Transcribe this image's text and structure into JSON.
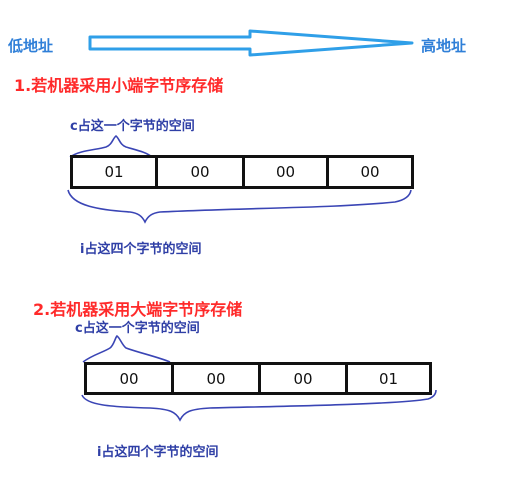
{
  "address_axis": {
    "low_label": "低地址",
    "high_label": "高地址",
    "arrow_color": "#2f9fe8"
  },
  "sections": [
    {
      "heading": "1.若机器采用小端字节序存储",
      "c_note": "c占这一个字节的空间",
      "i_note": "i占这四个字节的空间",
      "bytes": [
        "01",
        "00",
        "00",
        "00"
      ]
    },
    {
      "heading": "2.若机器采用大端字节序存储",
      "c_note": "c占这一个字节的空间",
      "i_note": "i占这四个字节的空间",
      "bytes": [
        "00",
        "00",
        "00",
        "01"
      ]
    }
  ],
  "colors": {
    "heading": "#ff2a2a",
    "note": "#2f3fa6",
    "brace": "#3a45b5",
    "cell_border": "#111111"
  }
}
